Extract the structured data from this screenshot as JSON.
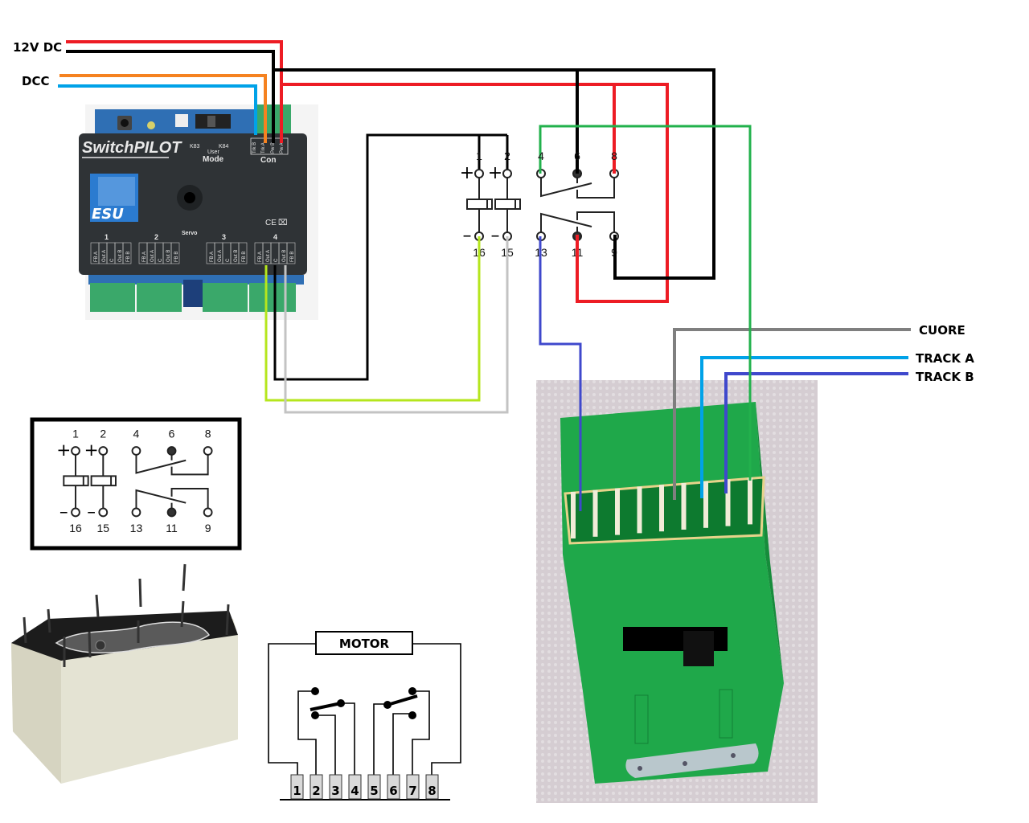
{
  "labels": {
    "power": "12V DC",
    "dcc": "DCC",
    "cuore": "CUORE",
    "track_a": "TRACK A",
    "track_b": "TRACK B"
  },
  "switchpilot": {
    "brand": "SwitchPILOT",
    "maker": "ESU",
    "mode_label": "Mode",
    "mode_k83": "K83",
    "mode_k84": "K84",
    "mode_user": "User",
    "con_label": "Con",
    "con_pins": [
      "Trk B",
      "Trk A",
      "Pw B",
      "Pw A"
    ],
    "cert": "CE",
    "servo_label": "Servo",
    "outputs": [
      {
        "num": "1",
        "pins": [
          "FB A",
          "Out A",
          "C",
          "Out B",
          "FB B"
        ]
      },
      {
        "num": "2",
        "pins": [
          "FB A",
          "Out A",
          "C",
          "Out B",
          "FB B"
        ]
      },
      {
        "num": "3",
        "pins": [
          "FB A",
          "Out A",
          "C",
          "Out B",
          "FB B"
        ]
      },
      {
        "num": "4",
        "pins": [
          "FB A",
          "Out A",
          "C",
          "Out B",
          "FB B"
        ]
      }
    ]
  },
  "relay_schematic": {
    "top_pins": [
      "1",
      "2",
      "4",
      "6",
      "8"
    ],
    "bottom_pins": [
      "16",
      "15",
      "13",
      "11",
      "9"
    ],
    "plus": "+",
    "minus": "–"
  },
  "motor_diagram": {
    "title": "MOTOR",
    "terminals": [
      "1",
      "2",
      "3",
      "4",
      "5",
      "6",
      "7",
      "8"
    ]
  },
  "colors": {
    "red": "#ed1c24",
    "black": "#000000",
    "orange": "#f58220",
    "cyan": "#00a2e8",
    "green": "#22b14c",
    "lime": "#b5e61d",
    "lightgray": "#c3c3c3",
    "gray": "#7f7f7f",
    "blue": "#3f48cc",
    "device_body": "#2f3336",
    "terminal_green": "#3aa86a",
    "motor_green": "#1fa84a"
  }
}
